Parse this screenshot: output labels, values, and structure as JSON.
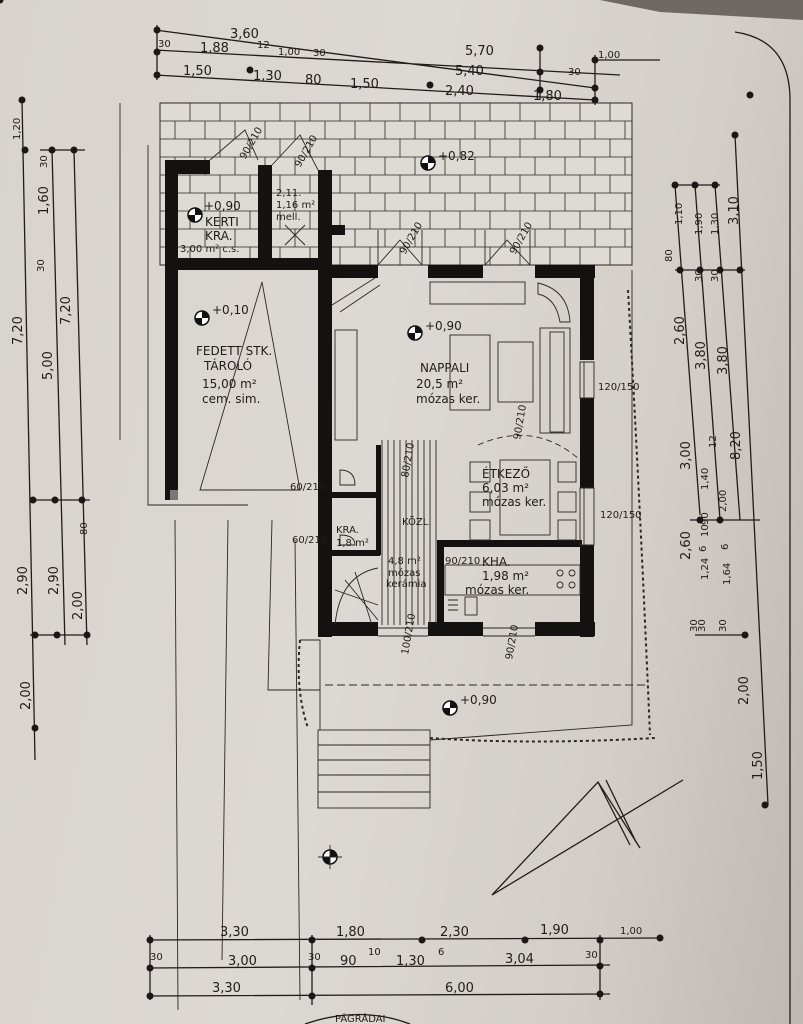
{
  "dimensions": {
    "top": {
      "row1": [
        "3,60",
        "5,70",
        "1,00"
      ],
      "row2": [
        "30",
        "1,88",
        "12",
        "1,00",
        "30",
        "5,40",
        "30"
      ],
      "row3": [
        "1,50",
        "1,30",
        "80",
        "1,50",
        "2,40",
        "1,80"
      ]
    },
    "left": {
      "outer": [
        "1,20",
        "7,20",
        "2,90",
        "2,00"
      ],
      "middle": [
        "30",
        "1,60",
        "30",
        "5,00",
        "2,90"
      ],
      "inner": [
        "7,20",
        "80",
        "2,00"
      ]
    },
    "right": {
      "col1": [
        "1,10",
        "80",
        "2,60",
        "3,00",
        "2,60",
        "30"
      ],
      "col2": [
        "1,90",
        "30",
        "3,80",
        "12",
        "1,40",
        "90",
        "10",
        "6",
        "1,24",
        "30"
      ],
      "col3": [
        "1,30",
        "30",
        "3,80",
        "2,00",
        "6",
        "1,64",
        "30"
      ],
      "col4": [
        "3,10",
        "8,20",
        "2,00",
        "1,50"
      ]
    },
    "bottom": {
      "row1": [
        "3,30",
        "1,80",
        "2,30",
        "1,90",
        "1,00"
      ],
      "row2": [
        "30",
        "3,00",
        "30",
        "90",
        "10",
        "1,30",
        "6",
        "3,04",
        "30"
      ],
      "row3": [
        "3,30",
        "6,00"
      ]
    }
  },
  "levels": {
    "terrace": "+0,82",
    "garden_storage": "+0,90",
    "covered_storage": "+0,10",
    "living": "+0,90",
    "entrance": "+0,90"
  },
  "rooms": {
    "kerti_kamra": {
      "name": "KERTI",
      "name2": "KRA.",
      "area": "3,00 m² c.s."
    },
    "mell": {
      "name": "2,11.",
      "area": "1,16 m²",
      "finish": "mell."
    },
    "tarolo": {
      "name": "FEDETT STK.",
      "name2": "TÁROLÓ",
      "area": "15,00 m²",
      "finish": "cem. sim."
    },
    "nappali": {
      "name": "NAPPALI",
      "area": "20,5 m²",
      "finish": "mózas ker."
    },
    "etkezo": {
      "name": "ÉTKEZŐ",
      "area": "6,03 m²",
      "finish": "mózas ker."
    },
    "konyha": {
      "name": "KHA.",
      "area": "1,98 m²",
      "finish": "mózas ker."
    },
    "kamra": {
      "name": "KRA.",
      "area": "1,8 m²"
    },
    "kozlekedo": {
      "name": "KÖZL.",
      "area": "4,8 m²",
      "finish": "mózas",
      "finish2": "kerámia"
    }
  },
  "openings": {
    "w1": "90/210",
    "w2": "90/210",
    "w3": "90/210",
    "w4": "90/210",
    "win_right1": "120/150",
    "win_right2": "120/150",
    "door_stor": "60/210",
    "door_kra": "60/210",
    "door_hall": "80/210",
    "door_etk": "90/210",
    "door_entry": "100/210",
    "door_kha": "90/210",
    "door_int": "90/210"
  },
  "stamp": "PÁGRÁDAI"
}
